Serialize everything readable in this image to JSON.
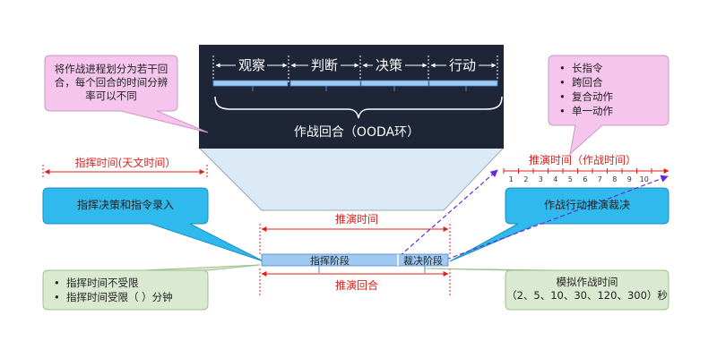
{
  "ooda": {
    "phases": [
      "观察",
      "判断",
      "决策",
      "行动"
    ],
    "caption": "作战回合（OODA环）"
  },
  "callouts": {
    "top_left": "将作战进程划分为若干回合，每个回合的时间分辨率可以不同",
    "top_right_items": [
      "长指令",
      "跨回合",
      "复合动作",
      "单一动作"
    ],
    "mid_left": "指挥决策和指令录入",
    "mid_right": "作战行动推演裁决",
    "bottom_left_items": [
      "指挥时间不受限",
      "指挥时间受限（  ）分钟"
    ],
    "bottom_right_lines": [
      "模拟作战时间",
      "（2、5、10、30、120、300）秒"
    ]
  },
  "timelines": {
    "command_time": "指挥时间(天文时间）",
    "deduction_time_right": "推演时间（作战时间）",
    "deduction_time_center": "推演时间",
    "deduction_round": "推演回合",
    "ticks": [
      "1",
      "2",
      "3",
      "4",
      "5",
      "6",
      "7",
      "8",
      "9",
      "10"
    ]
  },
  "stages": {
    "command": "指挥阶段",
    "adjudication": "裁决阶段"
  },
  "colors": {
    "dark_panel": "#1e2536",
    "callout_pink": "#f6c5ee",
    "callout_blue": "#2fb9ec",
    "callout_green": "#d9ead0",
    "timeline_red": "#e0201c",
    "accent_purple": "#6a28d4",
    "bar_blue": "#9fc9f0",
    "funnel": "#dbeaf5"
  }
}
